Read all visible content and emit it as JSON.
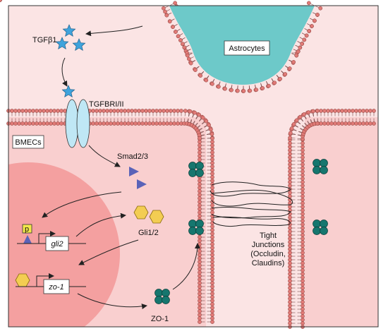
{
  "labels": {
    "tgfb1": "TGFβ1",
    "receptor": "TGFBRI/II",
    "bmecs": "BMECs",
    "astrocytes": "Astrocytes",
    "smad": "Smad2/3",
    "phospho": "p",
    "gli2": "gli2",
    "gli12": "Gli1/2",
    "zo1_gene": "zo-1",
    "zo1_protein": "ZO-1",
    "tj_line1": "Tight",
    "tj_line2": "Junctions",
    "tj_line3": "(Occludin,",
    "tj_line4": "Claudins)"
  },
  "colors": {
    "extracellular_bg": "#fbe4e4",
    "cell_bg": "#f9cfcf",
    "nucleus": "#f4a0a0",
    "lipid_head": "#e07a76",
    "astrocyte": "#6dc9c9",
    "tgfb_star": "#3fa3dc",
    "receptor": "#bfe7f5",
    "smad_triangle": "#5a63b8",
    "gli_hexagon": "#f3cd52",
    "zo1_cluster": "#16766e",
    "phospho_box": "#f3e84a"
  }
}
